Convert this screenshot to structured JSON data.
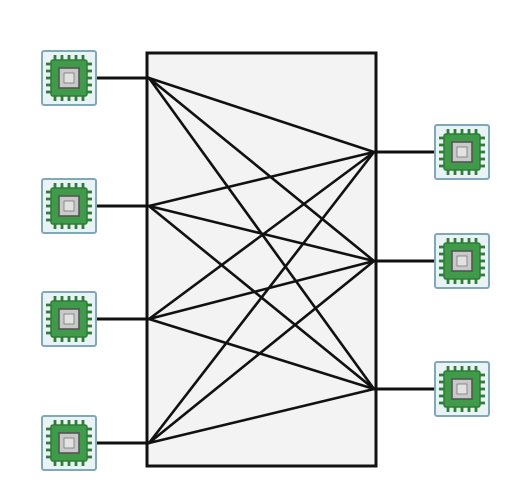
{
  "diagram": {
    "type": "interconnect-crossbar",
    "left_nodes": [
      {
        "id": "L1",
        "icon": "cpu-chip-icon"
      },
      {
        "id": "L2",
        "icon": "cpu-chip-icon"
      },
      {
        "id": "L3",
        "icon": "cpu-chip-icon"
      },
      {
        "id": "L4",
        "icon": "cpu-chip-icon"
      }
    ],
    "right_nodes": [
      {
        "id": "R1",
        "icon": "cpu-chip-icon"
      },
      {
        "id": "R2",
        "icon": "cpu-chip-icon"
      },
      {
        "id": "R3",
        "icon": "cpu-chip-icon"
      }
    ],
    "connections": "all-to-all",
    "colors": {
      "chip_green": "#3f9a49",
      "chip_dark_green": "#2f7d39",
      "chip_frame": "#7fa9b8",
      "chip_frame_fill": "#e9f2f5",
      "chip_die": "#c9c9c9",
      "box_fill": "#f3f3f3",
      "line": "#111111"
    }
  }
}
